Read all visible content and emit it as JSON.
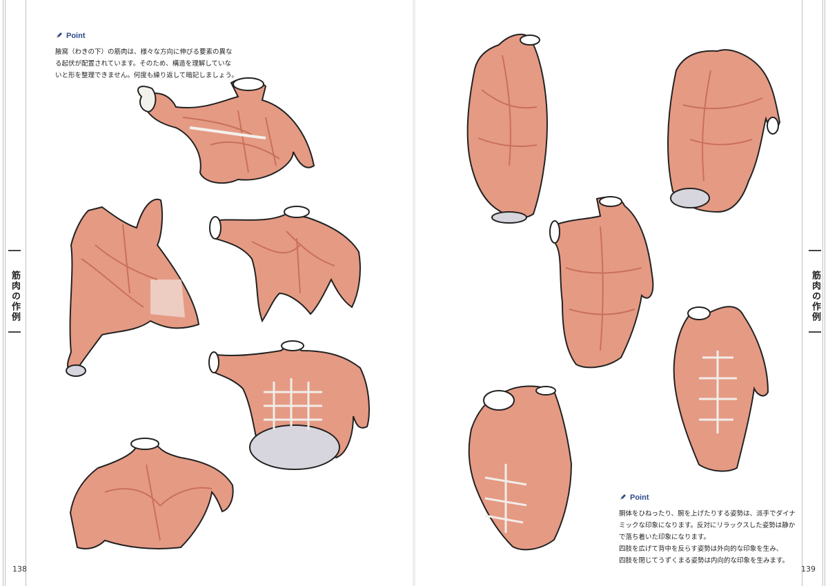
{
  "left_page": {
    "side_title": "筋肉の作例",
    "page_number": "138",
    "point": {
      "label": "Point",
      "lines": [
        "腋窩（わきの下）の筋肉は、様々な方向に伸びる要素の異な",
        "る起伏が配置されています。そのため、構造を理解していな",
        "いと形を整理できません。何度も繰り返して暗記しましょう。"
      ]
    }
  },
  "right_page": {
    "side_title": "筋肉の作例",
    "page_number": "139",
    "point": {
      "label": "Point",
      "lines": [
        "胴体をひねったり、腕を上げたりする姿勢は、派手でダイナ",
        "ミックな印象になります。反対にリラックスした姿勢は静か",
        "で落ち着いた印象になります。",
        "四肢を広げて背中を反らす姿勢は外向的な印象を生み、",
        "四肢を閉じてうずくまる姿勢は内向的な印象を生みます。"
      ]
    }
  },
  "colors": {
    "muscle": "#e59a84",
    "muscle_shadow": "#c9705c",
    "tendon": "#f1eee9",
    "cut_surface": "#d7d6de",
    "accent": "#2e4a8a",
    "outline": "#222222"
  },
  "icons": {
    "point": "pencil-icon"
  }
}
